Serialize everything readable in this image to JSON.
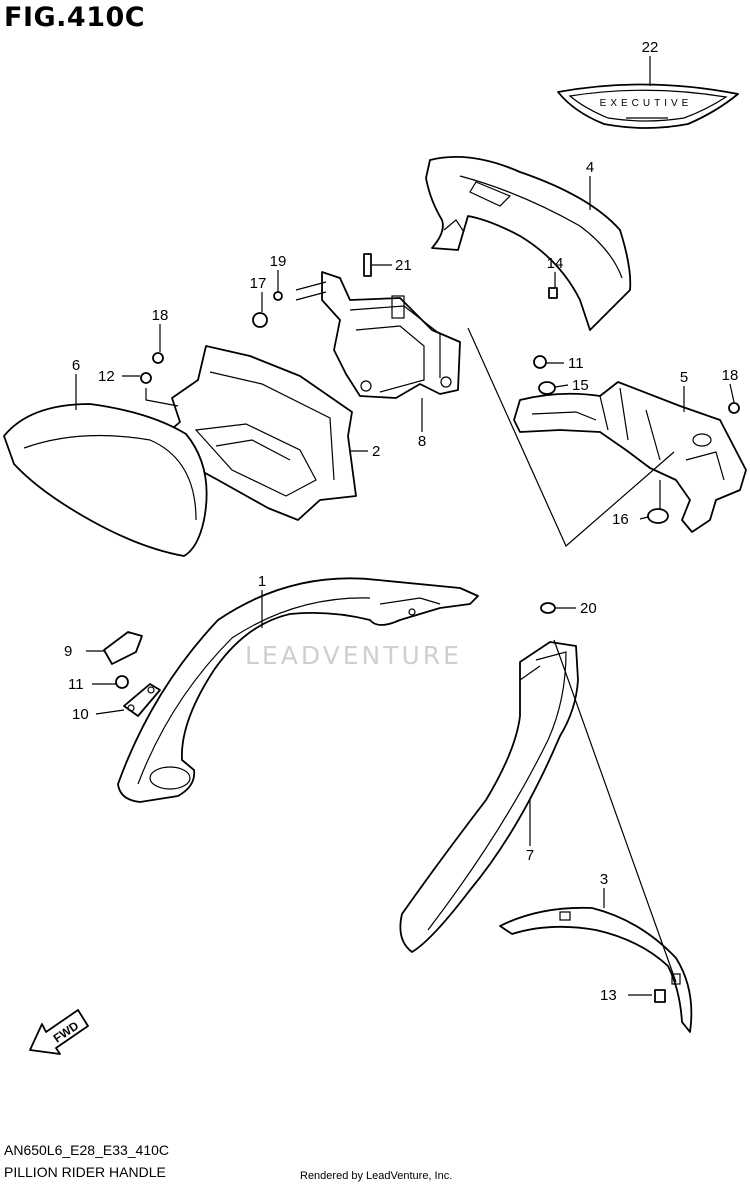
{
  "figure": {
    "title": "FIG.410C",
    "code": "AN650L6_E28_E33_410C",
    "name": "PILLION RIDER HANDLE",
    "credit": "Rendered by LeadVenture, Inc.",
    "watermark": "LEADVENTURE"
  },
  "emblem_text": "EXECUTIVE",
  "fwd_label": "FWD",
  "callouts": {
    "c1": "1",
    "c2": "2",
    "c3": "3",
    "c4": "4",
    "c5": "5",
    "c6": "6",
    "c7": "7",
    "c8": "8",
    "c9": "9",
    "c10": "10",
    "c11a": "11",
    "c11b": "11",
    "c12": "12",
    "c13": "13",
    "c14": "14",
    "c15": "15",
    "c16": "16",
    "c17": "17",
    "c18a": "18",
    "c18b": "18",
    "c19": "19",
    "c20": "20",
    "c21": "21",
    "c22": "22"
  }
}
